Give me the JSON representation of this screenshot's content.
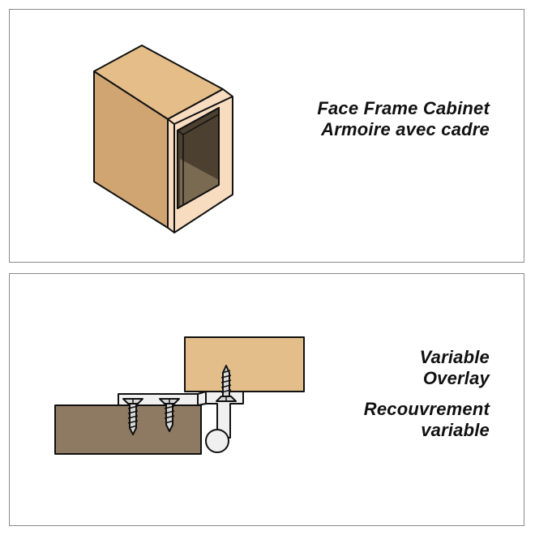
{
  "top_panel": {
    "title_en": "Face Frame Cabinet",
    "title_fr": "Armoire avec cadre"
  },
  "bottom_panel": {
    "label_en_line1": "Variable",
    "label_en_line2": "Overlay",
    "label_fr_line1": "Recouvrement",
    "label_fr_line2": "variable"
  },
  "colors": {
    "cabinet_top": "#e4bd88",
    "cabinet_side": "#d0a572",
    "face_frame": "#f8dcc0",
    "cabinet_interior": "#4c4030",
    "door": "#e3be8a",
    "frame_board": "#8e7a63",
    "hinge_metal": "#f0f0f0",
    "outline": "#111111"
  }
}
